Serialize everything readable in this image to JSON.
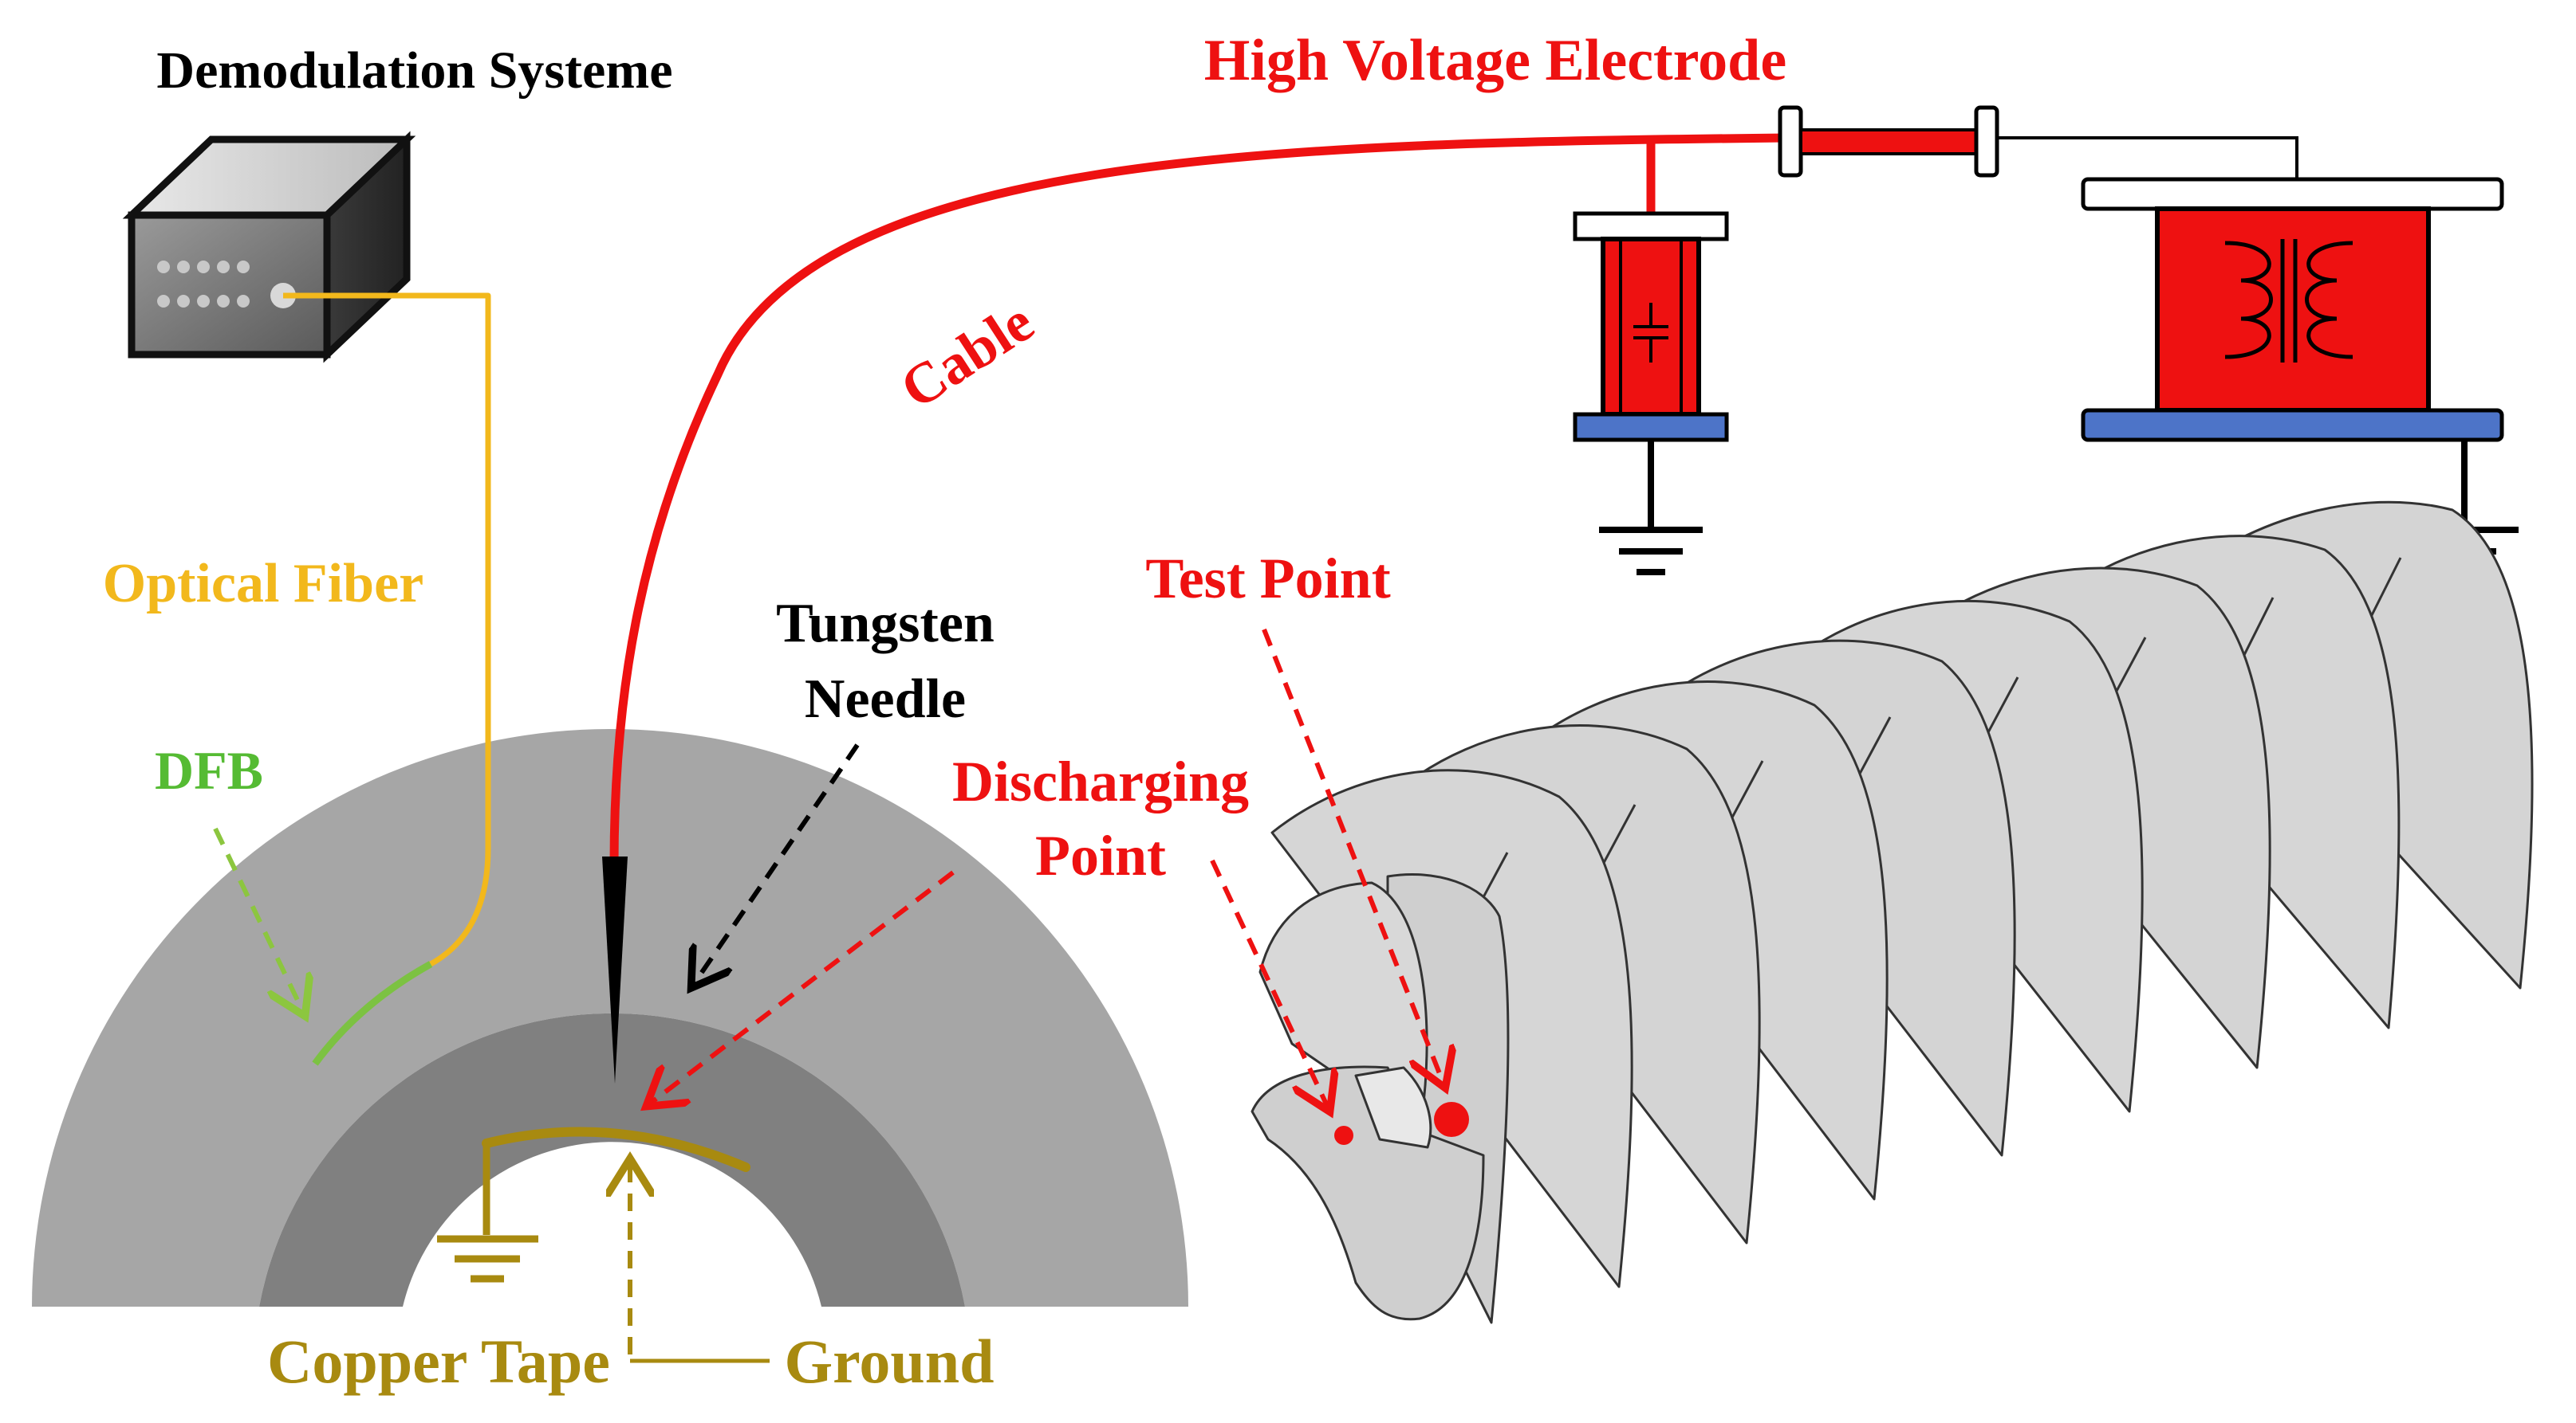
{
  "labels": {
    "demodulation_system": "Demodulation Systeme",
    "high_voltage_electrode": "High Voltage Electrode",
    "cable": "Cable",
    "optical_fiber": "Optical Fiber",
    "dfb": "DFB",
    "tungsten": "Tungsten",
    "needle": "Needle",
    "test_point": "Test Point",
    "discharging": "Discharging",
    "point": "Point",
    "copper_tape": "Copper Tape",
    "ground": "Ground"
  },
  "colors": {
    "red": "#ee1111",
    "fiber": "#f2b81c",
    "dfb_green": "#55bb33",
    "copper": "#a88a10",
    "base_blue": "#4d74c8",
    "outer_ring": "#a6a6a6",
    "inner_ring": "#808080",
    "insulator_fin": "#d4d4d4"
  },
  "icons": [
    "ground-symbol-icon",
    "capacitor-symbol-icon",
    "transformer-symbol-icon"
  ]
}
